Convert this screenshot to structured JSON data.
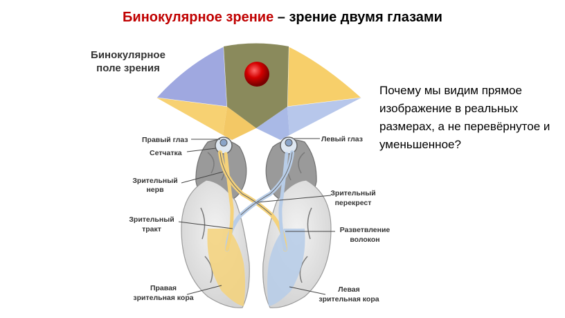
{
  "title": {
    "accent": "Бинокулярное зрение",
    "rest": " – зрение двумя глазами"
  },
  "question": "Почему мы видим прямое изображение в реальных размерах, а не перевёрнутое и уменьшенное?",
  "diagram": {
    "field_label_1": "Бинокулярное",
    "field_label_2": "поле зрения",
    "right_eye": "Правый глаз",
    "retina": "Сетчатка",
    "left_eye": "Левый глаз",
    "optic_nerve_1": "Зрительный",
    "optic_nerve_2": "нерв",
    "chiasm_1": "Зрительный",
    "chiasm_2": "перекрест",
    "optic_tract_1": "Зрительный",
    "optic_tract_2": "тракт",
    "branching_1": "Разветвление",
    "branching_2": "волокон",
    "right_cortex_1": "Правая",
    "right_cortex_2": "зрительная кора",
    "left_cortex_1": "Левая",
    "left_cortex_2": "зрительная кора"
  },
  "colors": {
    "accent": "#c00000",
    "field_blue": "#9fa8e0",
    "field_olive": "#8a8a5c",
    "field_yellow": "#f7cf6a",
    "object_red": "#d40000",
    "pathway_blue": "#b8cde8",
    "pathway_yellow": "#f5d27a",
    "brain_gray": "#8c8c8c"
  }
}
